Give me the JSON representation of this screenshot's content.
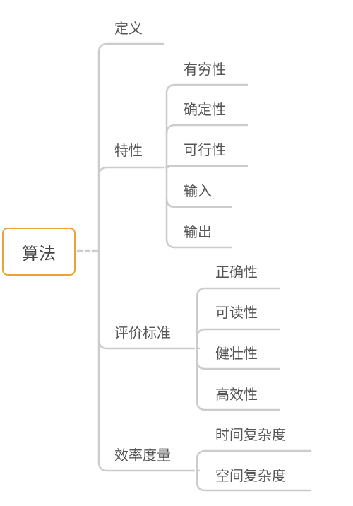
{
  "colors": {
    "line": "#cccccc",
    "root_border": "#e8a33d",
    "text": "#555555"
  },
  "root": {
    "label": "算法"
  },
  "branches": [
    {
      "label": "定义",
      "children": []
    },
    {
      "label": "特性",
      "children": [
        "有穷性",
        "确定性",
        "可行性",
        "输入",
        "输出"
      ]
    },
    {
      "label": "评价标准",
      "children": [
        "正确性",
        "可读性",
        "健壮性",
        "高效性"
      ]
    },
    {
      "label": "效率度量",
      "children": [
        "时间复杂度",
        "空间复杂度"
      ]
    }
  ]
}
